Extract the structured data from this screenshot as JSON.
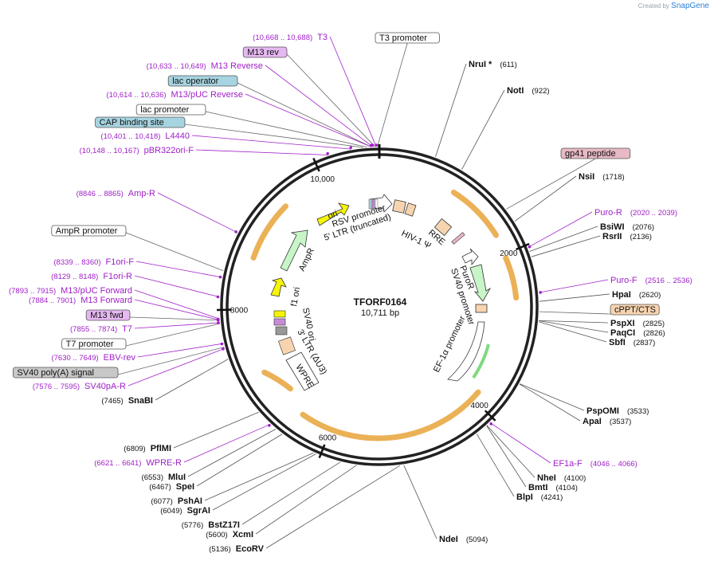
{
  "watermark": {
    "prefix": "Created by",
    "brand": "SnapGene"
  },
  "plasmid": {
    "name": "TFORF0164",
    "size_label": "10,711 bp",
    "length": 10711
  },
  "ticks": [
    "2000",
    "4000",
    "6000",
    "8000",
    "10,000"
  ],
  "colors": {
    "backbone": "#222222",
    "orange": "#e7a33a",
    "orange_dark": "#7a4a00",
    "green": "#7fd97f",
    "primer": "#a020c8",
    "feature": "#f7d4b0",
    "purple_box": "#e6b8f2",
    "blue_box": "#a6d4e0",
    "gray_box": "#c8c8c8",
    "pink_box": "#e8b8c4",
    "yellow": "#f5f505"
  },
  "left_labels": [
    {
      "name": "t3-primer",
      "pos": "(10,668 .. 10,688)",
      "text": "T3",
      "kind": "primer",
      "bp": 10678
    },
    {
      "name": "m13-rev",
      "pos": "",
      "text": "M13 rev",
      "kind": "box-purple",
      "bp": 10665
    },
    {
      "name": "m13-reverse-primer",
      "pos": "(10,633 .. 10,649)",
      "text": "M13 Reverse",
      "kind": "primer",
      "bp": 10641
    },
    {
      "name": "lac-operator",
      "pos": "",
      "text": "lac operator",
      "kind": "box-blue",
      "bp": 10625
    },
    {
      "name": "m13-puc-reverse-primer",
      "pos": "(10,614 .. 10,636)",
      "text": "M13/pUC Reverse",
      "kind": "primer",
      "bp": 10625
    },
    {
      "name": "lac-promoter",
      "pos": "",
      "text": "lac promoter",
      "kind": "box-white",
      "bp": 10580
    },
    {
      "name": "cap-binding-site",
      "pos": "",
      "text": "CAP binding site",
      "kind": "box-blue",
      "bp": 10540
    },
    {
      "name": "l4440-primer",
      "pos": "(10,401 .. 10,418)",
      "text": "L4440",
      "kind": "primer",
      "bp": 10409
    },
    {
      "name": "pbr322ori-f-primer",
      "pos": "(10,148 .. 10,167)",
      "text": "pBR322ori-F",
      "kind": "primer",
      "bp": 10157
    },
    {
      "name": "amp-r-primer",
      "pos": "(8846 .. 8865)",
      "text": "Amp-R",
      "kind": "primer",
      "bp": 8855
    },
    {
      "name": "ampr-promoter",
      "pos": "",
      "text": "AmpR promoter",
      "kind": "box-white",
      "bp": 8420
    },
    {
      "name": "f1ori-f-primer",
      "pos": "(8339 .. 8360)",
      "text": "F1ori-F",
      "kind": "primer",
      "bp": 8349
    },
    {
      "name": "f1ori-r-primer",
      "pos": "(8129 .. 8148)",
      "text": "F1ori-R",
      "kind": "primer",
      "bp": 8138
    },
    {
      "name": "m13-puc-forward-primer",
      "pos": "(7893 .. 7915)",
      "text": "M13/pUC Forward",
      "kind": "primer",
      "bp": 7904
    },
    {
      "name": "m13-forward-primer",
      "pos": "(7884 .. 7901)",
      "text": "M13 Forward",
      "kind": "primer",
      "bp": 7892
    },
    {
      "name": "m13-fwd",
      "pos": "",
      "text": "M13 fwd",
      "kind": "box-purple",
      "bp": 7890
    },
    {
      "name": "t7-primer",
      "pos": "(7855 .. 7874)",
      "text": "T7",
      "kind": "primer",
      "bp": 7864
    },
    {
      "name": "t7-promoter",
      "pos": "",
      "text": "T7 promoter",
      "kind": "box-white",
      "bp": 7855
    },
    {
      "name": "ebv-rev-primer",
      "pos": "(7630 .. 7649)",
      "text": "EBV-rev",
      "kind": "primer",
      "bp": 7639
    },
    {
      "name": "sv40-polya-signal",
      "pos": "",
      "text": "SV40 poly(A) signal",
      "kind": "box-gray",
      "bp": 7600
    },
    {
      "name": "sv40pa-r-primer",
      "pos": "(7576 .. 7595)",
      "text": "SV40pA-R",
      "kind": "primer",
      "bp": 7585
    },
    {
      "name": "snabi-site",
      "pos": "(7465)",
      "text": "SnaBI",
      "kind": "enzyme",
      "bp": 7465
    },
    {
      "name": "pflmi-site",
      "pos": "(6809)",
      "text": "PflMI",
      "kind": "enzyme",
      "bp": 6809
    },
    {
      "name": "wpre-r-primer",
      "pos": "(6621 .. 6641)",
      "text": "WPRE-R",
      "kind": "primer",
      "bp": 6631
    },
    {
      "name": "mlui-site",
      "pos": "(6553)",
      "text": "MluI",
      "kind": "enzyme",
      "bp": 6553
    },
    {
      "name": "spei-site",
      "pos": "(6467)",
      "text": "SpeI",
      "kind": "enzyme",
      "bp": 6467
    },
    {
      "name": "pshai-site",
      "pos": "(6077)",
      "text": "PshAI",
      "kind": "enzyme",
      "bp": 6077
    },
    {
      "name": "sgrai-site",
      "pos": "(6049)",
      "text": "SgrAI",
      "kind": "enzyme",
      "bp": 6049
    },
    {
      "name": "bstz17i-site",
      "pos": "(5776)",
      "text": "BstZ17I",
      "kind": "enzyme",
      "bp": 5776
    },
    {
      "name": "xcmi-site",
      "pos": "(5600)",
      "text": "XcmI",
      "kind": "enzyme",
      "bp": 5600
    },
    {
      "name": "ecorv-site",
      "pos": "(5136)",
      "text": "EcoRV",
      "kind": "enzyme",
      "bp": 5136
    }
  ],
  "right_labels": [
    {
      "name": "t3-promoter",
      "text": "T3 promoter",
      "pos": "",
      "kind": "box-white",
      "bp": 10690
    },
    {
      "name": "nrui-site",
      "text": "NruI *",
      "pos": "(611)",
      "kind": "enzyme",
      "bp": 611
    },
    {
      "name": "noti-site",
      "text": "NotI",
      "pos": "(922)",
      "kind": "enzyme",
      "bp": 922
    },
    {
      "name": "gp41-peptide",
      "text": "gp41 peptide",
      "pos": "",
      "kind": "box-pink",
      "bp": 1560
    },
    {
      "name": "nsii-site",
      "text": "NsiI",
      "pos": "(1718)",
      "kind": "enzyme",
      "bp": 1718
    },
    {
      "name": "puro-r-primer",
      "text": "Puro-R",
      "pos": "(2020 .. 2039)",
      "kind": "primer",
      "bp": 2030
    },
    {
      "name": "bsiwi-site",
      "text": "BsiWI",
      "pos": "(2076)",
      "kind": "enzyme",
      "bp": 2076
    },
    {
      "name": "rsrii-site",
      "text": "RsrII",
      "pos": "(2136)",
      "kind": "enzyme",
      "bp": 2136
    },
    {
      "name": "puro-f-primer",
      "text": "Puro-F",
      "pos": "(2516 .. 2536)",
      "kind": "primer",
      "bp": 2526
    },
    {
      "name": "hpai-site",
      "text": "HpaI",
      "pos": "(2620)",
      "kind": "enzyme",
      "bp": 2620
    },
    {
      "name": "cppt-cts",
      "text": "cPPT/CTS",
      "pos": "",
      "kind": "box-orange",
      "bp": 2730
    },
    {
      "name": "pspxi-site",
      "text": "PspXI",
      "pos": "(2825)",
      "kind": "enzyme",
      "bp": 2825
    },
    {
      "name": "paqci-site",
      "text": "PaqCI",
      "pos": "(2826)",
      "kind": "enzyme",
      "bp": 2826
    },
    {
      "name": "sbfi-site",
      "text": "SbfI",
      "pos": "(2837)",
      "kind": "enzyme",
      "bp": 2837
    },
    {
      "name": "pspomi-site",
      "text": "PspOMI",
      "pos": "(3533)",
      "kind": "enzyme",
      "bp": 3533
    },
    {
      "name": "apai-site",
      "text": "ApaI",
      "pos": "(3537)",
      "kind": "enzyme",
      "bp": 3537
    },
    {
      "name": "ef1a-f-primer",
      "text": "EF1a-F",
      "pos": "(4046 .. 4066)",
      "kind": "primer",
      "bp": 4056
    },
    {
      "name": "nhei-site",
      "text": "NheI",
      "pos": "(4100)",
      "kind": "enzyme",
      "bp": 4100
    },
    {
      "name": "bmti-site",
      "text": "BmtI",
      "pos": "(4104)",
      "kind": "enzyme",
      "bp": 4104
    },
    {
      "name": "blpi-site",
      "text": "BlpI",
      "pos": "(4241)",
      "kind": "enzyme",
      "bp": 4241
    },
    {
      "name": "ndei-site",
      "text": "NdeI",
      "pos": "(5094)",
      "kind": "enzyme",
      "bp": 5094
    }
  ],
  "inner_labels": {
    "rsv_promoter": "RSV promoter",
    "ltr5": "5' LTR (truncated)",
    "hiv1_psi": "HIV-1 Ψ",
    "rre": "RRE",
    "puror": "PuroR",
    "sv40_promoter": "SV40 promoter",
    "ef1a_promoter": "EF-1α promoter",
    "ampr": "AmpR",
    "ori": "ori",
    "f1_ori": "f1 ori",
    "sv40_ori": "SV40 ori",
    "ltr3": "3' LTR (ΔU3)",
    "wpre": "WPRE"
  }
}
